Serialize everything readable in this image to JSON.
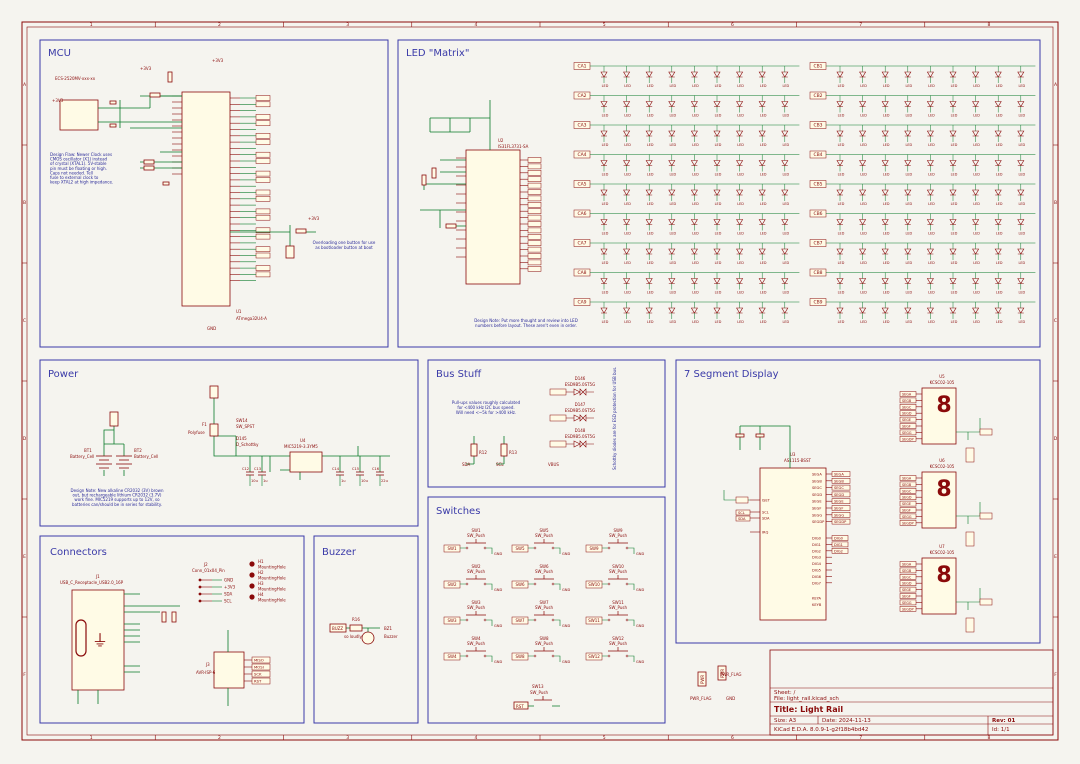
{
  "border": {
    "cols": [
      "1",
      "2",
      "3",
      "4",
      "5",
      "6",
      "7",
      "8"
    ],
    "rows": [
      "A",
      "B",
      "C",
      "D",
      "E",
      "F"
    ]
  },
  "blocks": {
    "mcu": "MCU",
    "led": "LED \"Matrix\"",
    "power": "Power",
    "bus": "Bus Stuff",
    "seg": "7 Segment Display",
    "connectors": "Connectors",
    "buzzer": "Buzzer",
    "switches": "Switches"
  },
  "mcu": {
    "crystal_part": "ECS-2520MV-xxx-xx",
    "chip_ref": "U1",
    "chip_name": "ATmega32U4-A",
    "note": [
      "Design Flaw: Newer Clock uses",
      "CMOS oscillator (X1) instead",
      "of crystal (XTAL1). 5V-stable",
      "pin must be floating or high.",
      "Caps not needed. Tell",
      "fuse to external clock to",
      "keep XTAL2 at high impedance."
    ],
    "boot_note": [
      "Overloading one button for use",
      "as bootloader button at boot"
    ],
    "power_labels": [
      "+3V3",
      "+3V3",
      "+3V3",
      "+3V3"
    ],
    "gnd": "GND"
  },
  "led": {
    "driver_ref": "U2",
    "driver_name": "IS31FL3731-SA",
    "note": [
      "Design Note: Put more thought and review into LED",
      "numbers before layout. These aren't even in order."
    ],
    "ca_rows": [
      "CA1",
      "CA2",
      "CA3",
      "CA4",
      "CA5",
      "CA6",
      "CA7",
      "CA8",
      "CA9"
    ],
    "cb_rows": [
      "CB1",
      "CB2",
      "CB3",
      "CB4",
      "CB5",
      "CB6",
      "CB7",
      "CB8",
      "CB9"
    ],
    "led_label": "LED"
  },
  "power": {
    "bt1": "BT1",
    "bt1_name": "Battery_Cell",
    "bt2": "BT2",
    "bt2_name": "Battery_Cell",
    "fuse_ref": "F1",
    "fuse_name": "Polyfuse",
    "switch_ref": "SW14",
    "switch_name": "SW_SPST",
    "diode_ref": "D145",
    "diode_name": "D_Schottky",
    "reg_ref": "U4",
    "reg_name": "MIC5219-3.3YM5",
    "note": [
      "Design Note: New alkaline CR2032 (3V) brown",
      "out, but rechargeable lithium CR2032 (3.7V)",
      "work fine. MIC5219 supports up to 12V, so",
      "batteries can/should be in series for stability."
    ],
    "caps": [
      "C12",
      "C13",
      "C14",
      "C15",
      "C16"
    ],
    "cap_vals": [
      "10u",
      "1u",
      "1u",
      "10u",
      "22u"
    ]
  },
  "bus": {
    "note": [
      "Pull-ups values roughly calculated",
      "for <400 kHz I2C bus speed.",
      "Will need <~5k for >400 kHz."
    ],
    "esd_note": "Schottky diodes are for ESD protection for USB bus.",
    "diodes": [
      "D146",
      "D147",
      "D148"
    ],
    "diode_name": "ESD9B5.0ST5G",
    "r12": "R12",
    "r13": "R13",
    "sda": "SDA",
    "scl": "SCL",
    "vbus": "VBUS"
  },
  "seg": {
    "driver_ref": "U3",
    "driver_name": "AS1115-BSST",
    "displays": [
      {
        "ref": "U5",
        "name": "KCSC02-105"
      },
      {
        "ref": "U6",
        "name": "KCSC02-105"
      },
      {
        "ref": "U7",
        "name": "KCSC02-105"
      }
    ],
    "seg_pins": [
      "SEGA",
      "SEGB",
      "SEGC",
      "SEGD",
      "SEGE",
      "SEGF",
      "SEGG",
      "SEGDP"
    ],
    "dig_pins": [
      "DIG0",
      "DIG1",
      "DIG2",
      "DIG3",
      "DIG4",
      "DIG5",
      "DIG6",
      "DIG7"
    ],
    "left_pins": [
      "ISET",
      "SCL",
      "SDA",
      "IRQ"
    ],
    "key_pins": [
      "KEYA",
      "KEYB"
    ],
    "digit": "8"
  },
  "connectors": {
    "usb_ref": "J1",
    "usb_name": "USB_C_Receptacle_USB2.0_16P",
    "hdr_ref": "J2",
    "hdr_name": "Conn_01x04_Pin",
    "hdr_pins": [
      "GND",
      "+3V3",
      "SDA",
      "SCL"
    ],
    "isp_ref": "J3",
    "isp_name": "AVR-ISP-6",
    "isp_pins": [
      "MISO",
      "MOSI",
      "SCK",
      "RST"
    ],
    "holes": [
      {
        "ref": "H1",
        "name": "MountingHole"
      },
      {
        "ref": "H2",
        "name": "MountingHole"
      },
      {
        "ref": "H3",
        "name": "MountingHole"
      },
      {
        "ref": "H4",
        "name": "MountingHole"
      }
    ]
  },
  "buzzer": {
    "res_ref": "R16",
    "res_note": "so loudly",
    "bz_ref": "BZ1",
    "bz_name": "Buzzer",
    "net": "BUZZ"
  },
  "switches": {
    "part": "SW_Push",
    "grid": [
      [
        "SW1",
        "SW5",
        "SW9"
      ],
      [
        "SW2",
        "SW6",
        "SW10"
      ],
      [
        "SW3",
        "SW7",
        "SW11"
      ],
      [
        "SW4",
        "SW8",
        "SW12"
      ]
    ],
    "extra": "SW13",
    "extra_net": "RST"
  },
  "flags": {
    "flag1_net": "PWR",
    "flag1": "PWR_FLAG",
    "flag2_net": "PWR",
    "flag2": "PWR_FLAG",
    "gnd": "GND"
  },
  "titleblock": {
    "sheet": "Sheet: /",
    "file": "File: light_rail.kicad_sch",
    "title": "Title: Light Rail",
    "size": "Size: A3",
    "date": "Date: 2024-11-13",
    "rev": "Rev: 01",
    "kicad": "KiCad E.D.A. 8.0.9-1-g2f18b4bd42",
    "id": "Id: 1/1"
  },
  "colors": {
    "frame": "#8a0a0a",
    "wire": "#0a7a2a",
    "part": "#8a0a0a",
    "part_fill": "#fffbe6",
    "block_border": "#3a3aa8",
    "note": "#2a2a99"
  }
}
